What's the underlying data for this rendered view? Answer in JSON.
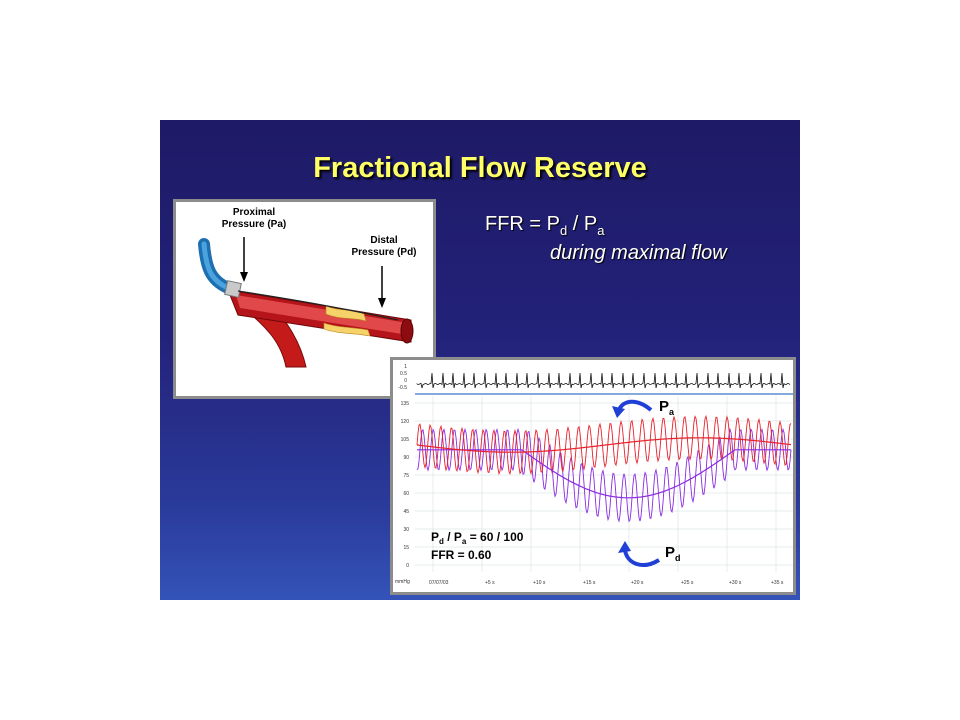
{
  "slide": {
    "title": "Fractional Flow Reserve",
    "formula": {
      "lhs": "FFR = P",
      "sub_d": "d",
      "mid": " / P",
      "sub_a": "a"
    },
    "formula_note": "during maximal flow"
  },
  "artery_diagram": {
    "proximal_label_line1": "Proximal",
    "proximal_label_line2": "Pressure (Pa)",
    "distal_label_line1": "Distal",
    "distal_label_line2": "Pressure (Pd)"
  },
  "pressure_trace": {
    "ecg_axis_ticks": [
      "1",
      "0.5",
      "0",
      "-0.5"
    ],
    "pressure_axis_ticks": [
      "135",
      "120",
      "105",
      "90",
      "75",
      "60",
      "45",
      "30",
      "15",
      "0"
    ],
    "y_unit": "mmHg",
    "time_ticks": [
      "07/07/03",
      "+5 s",
      "+10 s",
      "+15 s",
      "+20 s",
      "+25 s",
      "+30 s",
      "+35 s"
    ],
    "pa_label": {
      "base": "P",
      "sub": "a"
    },
    "pd_label": {
      "base": "P",
      "sub": "d"
    },
    "ratio_text": {
      "p1": "P",
      "s1": "d",
      "mid": " / P",
      "s2": "a",
      "rest": " = 60 / 100"
    },
    "ffr_text": "FFR = 0.60",
    "colors": {
      "pa_trace": "#e8202a",
      "pd_trace": "#8a2be2",
      "arrow": "#1f3fd6",
      "ecg": "#111111"
    },
    "series_mean_mmhg": {
      "pa": 100,
      "pd": 60
    }
  }
}
